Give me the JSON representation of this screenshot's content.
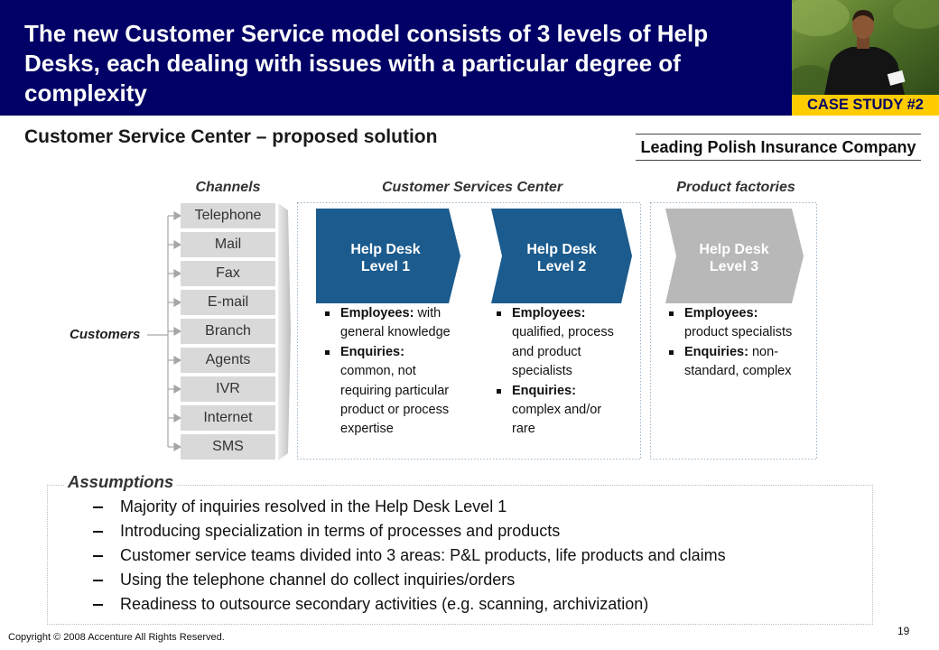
{
  "header": {
    "title": "The new Customer Service model consists of 3 levels of Help Desks, each dealing with issues with a particular degree of complexity",
    "case_study_label": "CASE STUDY #2"
  },
  "subtitle": "Customer Service Center – proposed solution",
  "client": "Leading Polish Insurance Company",
  "diagram": {
    "channels_heading": "Channels",
    "center_heading": "Customer Services Center",
    "factories_heading": "Product factories",
    "customers_label": "Customers",
    "channels": [
      "Telephone",
      "Mail",
      "Fax",
      "E-mail",
      "Branch",
      "Agents",
      "IVR",
      "Internet",
      "SMS"
    ],
    "help_desks": [
      {
        "title": "Help Desk",
        "level": "Level 1",
        "color": "#1b5b8e",
        "bullets": [
          {
            "label": "Employees:",
            "text": "with general knowledge"
          },
          {
            "label": "Enquiries:",
            "text": "common, not requiring particular product or process expertise"
          }
        ]
      },
      {
        "title": "Help Desk",
        "level": "Level 2",
        "color": "#1b5b8e",
        "bullets": [
          {
            "label": "Employees:",
            "text": "qualified, process and product specialists"
          },
          {
            "label": "Enquiries:",
            "text": "complex and/or rare"
          }
        ]
      },
      {
        "title": "Help Desk",
        "level": "Level 3",
        "color": "#b8b8b8",
        "bullets": [
          {
            "label": "Employees:",
            "text": "product specialists"
          },
          {
            "label": "Enquiries:",
            "text": "non-standard, complex"
          }
        ]
      }
    ]
  },
  "assumptions": {
    "heading": "Assumptions",
    "items": [
      "Majority of inquiries resolved in the Help Desk Level 1",
      "Introducing specialization in terms of processes and products",
      "Customer service teams divided into 3 areas: P&L products, life products and claims",
      "Using the telephone channel do collect inquiries/orders",
      "Readiness to outsource secondary activities (e.g. scanning, archivization)"
    ]
  },
  "footer": {
    "copyright": "Copyright © 2008 Accenture All Rights Reserved.",
    "page_number": "19"
  },
  "colors": {
    "title_band": "#000066",
    "case_study_label": "#ffcc00",
    "channel_box": "#d9d9d9"
  }
}
